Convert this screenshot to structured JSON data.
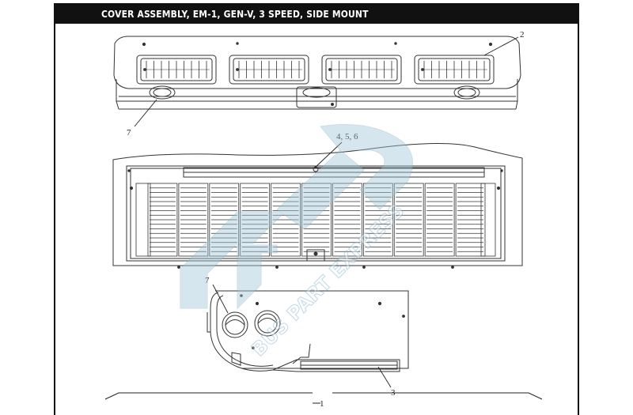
{
  "header": {
    "title": "COVER ASSEMBLY, EM-1, GEN-V, 3 SPEED, SIDE MOUNT"
  },
  "callouts": {
    "part_1": "1",
    "part_2": "2",
    "part_3": "3",
    "parts_4_5_6": "4, 5, 6",
    "part_7_top": "7",
    "part_7_side": "7"
  },
  "watermark": {
    "text": "BUS PART EXPRESS",
    "color": "#9fc6d8"
  },
  "colors": {
    "line": "#333333",
    "header_bg": "#111111",
    "header_text": "#ffffff"
  }
}
